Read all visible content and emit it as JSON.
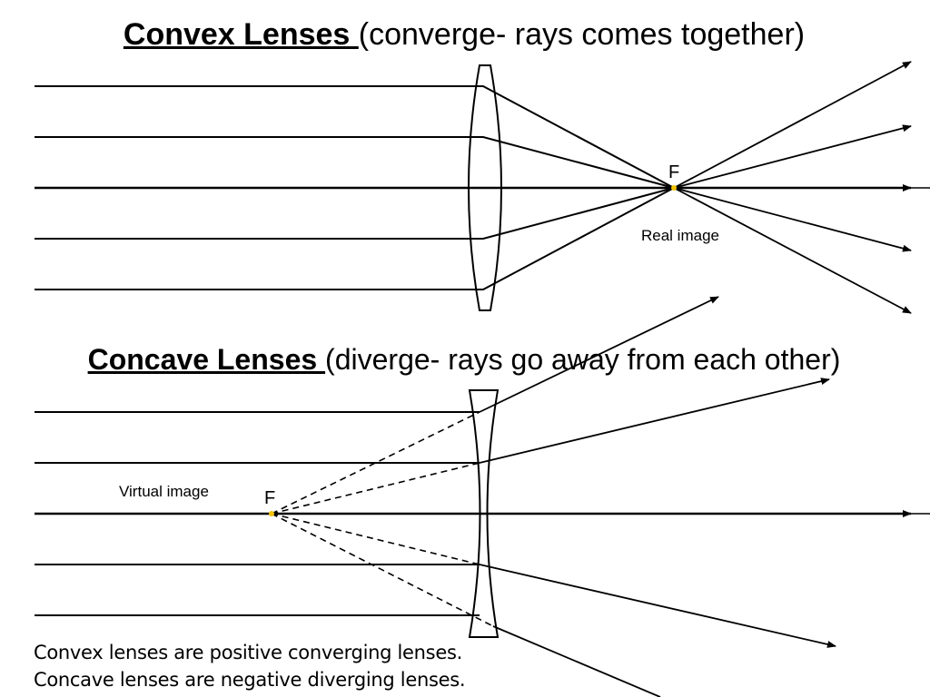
{
  "convex": {
    "title_bold": "Convex Lenses ",
    "title_rest": "(converge- rays comes together)",
    "focal_label": "F",
    "image_label": "Real image"
  },
  "concave": {
    "title_bold": "Concave Lenses ",
    "title_rest": "(diverge- rays go away from each other)",
    "focal_label": "F",
    "image_label": "Virtual image"
  },
  "notes": {
    "line1": "Convex lenses are positive converging lenses.",
    "line2": "Concave lenses are negative diverging lenses."
  },
  "colors": {
    "ray": "#000000",
    "focal_point": "#f2c200"
  }
}
